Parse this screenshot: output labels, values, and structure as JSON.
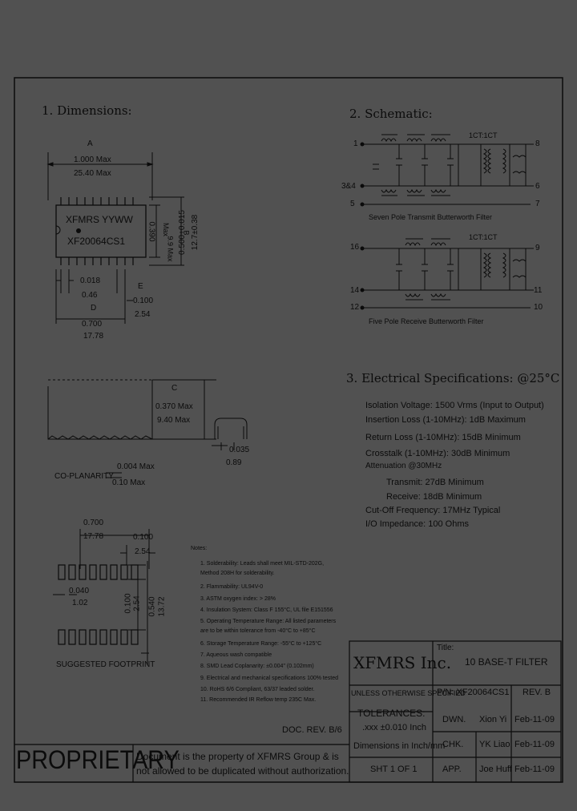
{
  "sections": {
    "dimensions": "1. Dimensions:",
    "schematic": "2. Schematic:",
    "electrical": "3. Electrical   Specifications: @25°C"
  },
  "dimensions": {
    "a_label": "A",
    "a_in": "1.000 Max",
    "a_mm": "25.40 Max",
    "part_marking_1": "XFMRS YYWW",
    "part_marking_2": "XF20064CS1",
    "b_in": "0.390",
    "b_max": "Max",
    "b_mm": "9.9 Max",
    "b_label": "B",
    "d_vert_in": "0.500+0.015",
    "d_vert_mm": "12.7±0.38",
    "pin_in": "0.018",
    "pin_mm": "0.46",
    "d_label": "D",
    "e_label": "E",
    "e_in": "0.100",
    "e_mm": "2.54",
    "row_in": "0.700",
    "row_mm": "17.78",
    "c_label": "C",
    "c_in": "0.370 Max",
    "c_mm": "9.40 Max",
    "lead_in": "0.035",
    "lead_mm": "0.89",
    "coplanarity": "CO-PLANARITY",
    "cop_in": "0.004 Max",
    "cop_mm": "0.10 Max"
  },
  "footprint": {
    "w_in": "0.700",
    "w_mm": "17.78",
    "p_in": "0.100",
    "p_mm": "2.54",
    "pad_in": "0.040",
    "pad_mm": "1.02",
    "v1_in": "0.100",
    "v1_mm": "2.54",
    "v2_in": "0.540",
    "v2_mm": "13.72",
    "caption": "SUGGESTED FOOTPRINT"
  },
  "schematic": {
    "top_pin_left_1": "1",
    "top_pin_left_2": "3&4",
    "top_pin_left_3": "5",
    "top_ratio": "1CT:1CT",
    "top_pin_right_1": "8",
    "top_pin_right_2": "6",
    "top_pin_right_3": "7",
    "top_caption": "Seven Pole Transmit Butterworth Filter",
    "bot_pin_left_1": "16",
    "bot_pin_left_2": "14",
    "bot_pin_left_3": "12",
    "bot_ratio": "1CT:1CT",
    "bot_pin_right_1": "9",
    "bot_pin_right_2": "11",
    "bot_pin_right_3": "10",
    "bot_caption": "Five Pole Receive Butterworth Filter"
  },
  "specs": [
    "Isolation Voltage: 1500 Vrms (Input to Output)",
    "Insertion Loss (1-10MHz): 1dB Maximum",
    "Return Loss (1-10MHz): 15dB Minimum",
    "Crosstalk (1-10MHz): 30dB Minimum",
    "Attenuation @30MHz",
    "Transmit:    27dB Minimum",
    "Receive:    18dB Minimum",
    "Cut-Off Frequency: 17MHz Typical",
    "I/O Impedance: 100 Ohms"
  ],
  "notes": {
    "heading": "Notes:",
    "items": [
      "1. Solderability: Leads shall meet MIL-STD-202G,",
      "    Method 208H for solderability.",
      "2. Flammability: UL94V-0",
      "3. ASTM oxygen index: > 28%",
      "4. Insulation System: Class F 155°C, UL file E151556",
      "5. Operating Temperature Range: All listed parameters",
      "    are to be within tolerance from -40°C to +85°C",
      "6. Storage Temperature Range: -55°C to +125°C",
      "7. Aqueous wash compatible",
      "8. SMD Lead Coplanarity: ±0.004\" (0.102mm)",
      "9. Electrical and mechanical specifications 100% tested",
      "10. RoHS 6/6 Compliant, 63/37 leaded solder.",
      "11. Recommended IR Reflow temp 235C Max."
    ]
  },
  "doc_rev": "DOC. REV. B/6",
  "proprietary": {
    "word": "PROPRIETARY",
    "line1": "Document is the property of XFMRS Group & is",
    "line2": "not allowed to be duplicated without authorization."
  },
  "title_block": {
    "company": "XFMRS Inc.",
    "title_label": "Title:",
    "title_value": "10 BASE-T FILTER",
    "unless": "UNLESS OTHERWISE SPECIFIED",
    "pn": "P/N: XF20064CS1",
    "rev": "REV. B",
    "tolerances": "TOLERANCES:",
    "tol_value": ".xxx ±0.010 Inch",
    "dims_note": "Dimensions in Inch/mm",
    "sheet": "SHT 1 OF 1",
    "rows": [
      {
        "role": "DWN.",
        "name": "Xion Yi",
        "date": "Feb-11-09"
      },
      {
        "role": "CHK.",
        "name": "YK Liao",
        "date": "Feb-11-09"
      },
      {
        "role": "APP.",
        "name": "Joe Huff",
        "date": "Feb-11-09"
      }
    ]
  }
}
